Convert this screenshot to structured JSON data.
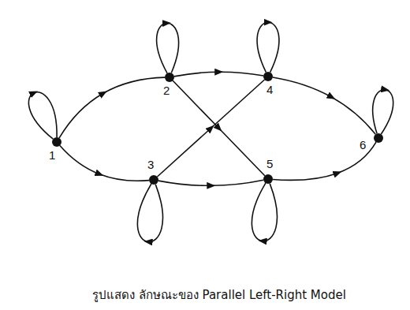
{
  "diagram": {
    "caption": "รูปแสดง ลักษณะของ Parallel Left-Right Model",
    "nodes": [
      {
        "text": [
          "1"
        ]
      },
      {
        "text": [
          "2"
        ]
      },
      {
        "text": [
          "3"
        ]
      },
      {
        "text": [
          "4"
        ]
      },
      {
        "text": [
          "5"
        ]
      },
      {
        "text": [
          "6"
        ]
      }
    ],
    "edges": [
      {
        "from": 0,
        "to": 0,
        "arrow": "to"
      },
      {
        "from": 0,
        "to": 1,
        "arrow": "to"
      },
      {
        "from": 0,
        "to": 2,
        "arrow": "to"
      },
      {
        "from": 1,
        "to": 1,
        "arrow": "to"
      },
      {
        "from": 1,
        "to": 3,
        "arrow": "to"
      },
      {
        "from": 1,
        "to": 4,
        "arrow": "to"
      },
      {
        "from": 2,
        "to": 2,
        "arrow": "to"
      },
      {
        "from": 2,
        "to": 3,
        "arrow": "to"
      },
      {
        "from": 2,
        "to": 4,
        "arrow": "to"
      },
      {
        "from": 3,
        "to": 3,
        "arrow": "to"
      },
      {
        "from": 3,
        "to": 5,
        "arrow": "to"
      },
      {
        "from": 4,
        "to": 4,
        "arrow": "to"
      },
      {
        "from": 4,
        "to": 5,
        "arrow": "to"
      },
      {
        "from": 5,
        "to": 5,
        "arrow": "to"
      }
    ]
  }
}
